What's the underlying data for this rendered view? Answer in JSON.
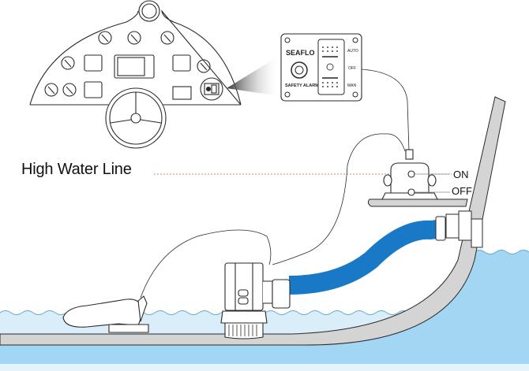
{
  "diagram": {
    "title": "Bilge pump high water alarm installation",
    "high_water_line_label": "High Water Line",
    "float_switch": {
      "on_label": "ON",
      "off_label": "OFF"
    },
    "alarm_panel": {
      "brand": "SEAFLO",
      "caption": "SAFETY ALARM",
      "switch_positions": [
        "AUTO",
        "OFF",
        "MAN"
      ]
    },
    "colors": {
      "water_light": "#d9eef9",
      "water_deep": "#a3d6f2",
      "hose": "#1a79c7",
      "hull": "#d4d4d4",
      "line": "#2a2a2a",
      "high_water_line": "#e07a7a"
    }
  }
}
